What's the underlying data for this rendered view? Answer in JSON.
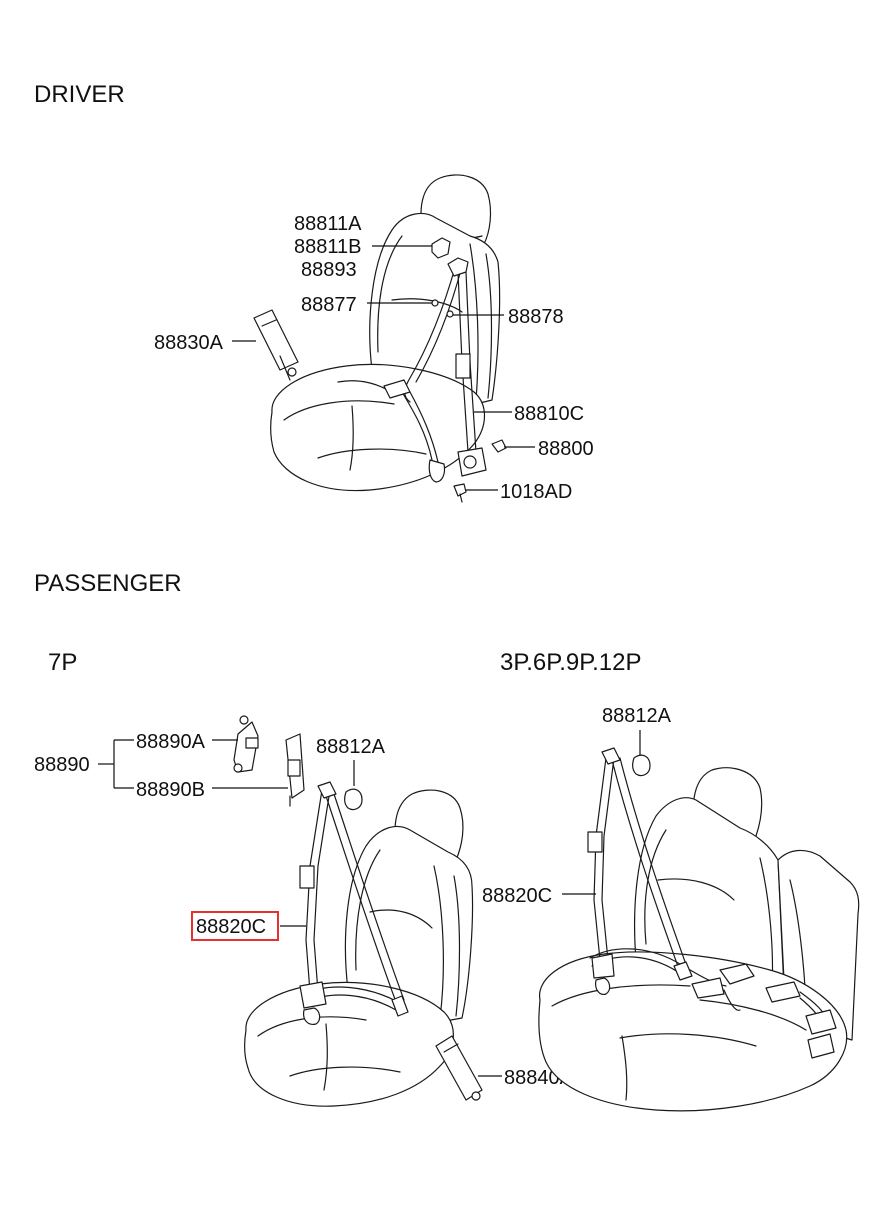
{
  "sections": {
    "driver": "DRIVER",
    "passenger": "PASSENGER",
    "p7": "7P",
    "p3": "3P.6P.9P.12P"
  },
  "labels": {
    "l88811A": "88811A",
    "l88811B": "88811B",
    "l88893": "88893",
    "l88877": "88877",
    "l88878": "88878",
    "l88830A": "88830A",
    "l88810C": "88810C",
    "l88800": "88800",
    "l1018AD": "1018AD",
    "l88890": "88890",
    "l88890A": "88890A",
    "l88890B": "88890B",
    "l88812A_7p": "88812A",
    "l88820C_7p": "88820C",
    "l88840A": "88840A",
    "l88812A_3p": "88812A",
    "l88820C_3p": "88820C"
  },
  "colors": {
    "highlight": "#e8312f"
  }
}
